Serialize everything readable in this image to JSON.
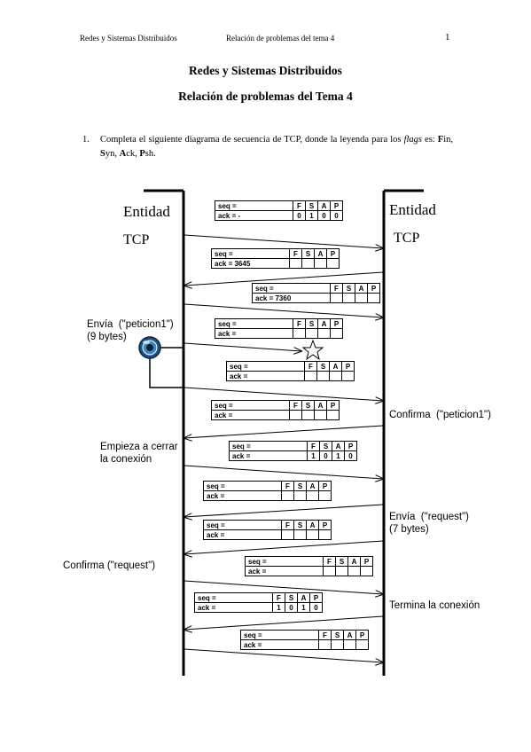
{
  "header": {
    "left": "Redes y Sistemas Distribuidos",
    "center": "Relación de problemas del tema 4",
    "page": "1"
  },
  "titles": {
    "line1": "Redes y Sistemas Distribuidos",
    "line2": "Relación de problemas del Tema 4"
  },
  "problem": {
    "number": "1.",
    "text_a": "Completa el siguiente diagrama de secuencia de TCP, donde la leyenda para los ",
    "text_flags": "flags",
    "text_b": " es: ",
    "F": "F",
    "Fin": "in, ",
    "S": "S",
    "Syn": "yn, ",
    "A": "A",
    "Ack": "ck, ",
    "P": "P",
    "Psh": "sh."
  },
  "entities": {
    "left_name": "Entidad",
    "left_sub": "TCP",
    "right_name": "Entidad",
    "right_sub": "TCP"
  },
  "notes": {
    "envia_peticion": "Envía  (\"peticion1\")\n(9 bytes)",
    "confirma_peticion": "Confirma  (\"peticion1\")",
    "empieza_cerrar": "Empieza a cerrar\nla conexión",
    "envia_request": "Envía  (\"request\")\n(7 bytes)",
    "confirma_request": "Confirma (\"request\")",
    "termina": "Termina la conexión"
  },
  "flag_headers": [
    "F",
    "S",
    "A",
    "P"
  ],
  "segments": [
    {
      "seq": "seq =",
      "ack": "ack = -",
      "flags": [
        "0",
        "1",
        "0",
        "0"
      ]
    },
    {
      "seq": "seq =",
      "ack": "ack = 3645",
      "flags": [
        "",
        "",
        "",
        ""
      ]
    },
    {
      "seq": "seq =",
      "ack": "ack = 7360",
      "flags": [
        "",
        "",
        "",
        ""
      ]
    },
    {
      "seq": "seq =",
      "ack": "ack =",
      "flags": [
        "",
        "",
        "",
        ""
      ]
    },
    {
      "seq": "seq =",
      "ack": "ack =",
      "flags": [
        "",
        "",
        "",
        ""
      ]
    },
    {
      "seq": "seq =",
      "ack": "ack =",
      "flags": [
        "",
        "",
        "",
        ""
      ]
    },
    {
      "seq": "seq =",
      "ack": "ack =",
      "flags": [
        "1",
        "0",
        "1",
        "0"
      ]
    },
    {
      "seq": "seq =",
      "ack": "ack =",
      "flags": [
        "",
        "",
        "",
        ""
      ]
    },
    {
      "seq": "seq =",
      "ack": "ack =",
      "flags": [
        "",
        "",
        "",
        ""
      ]
    },
    {
      "seq": "seq =",
      "ack": "ack =",
      "flags": [
        "",
        "",
        "",
        ""
      ]
    },
    {
      "seq": "seq =",
      "ack": "ack =",
      "flags": [
        "1",
        "0",
        "1",
        "0"
      ]
    },
    {
      "seq": "seq =",
      "ack": "ack =",
      "flags": [
        "",
        "",
        "",
        ""
      ]
    }
  ]
}
